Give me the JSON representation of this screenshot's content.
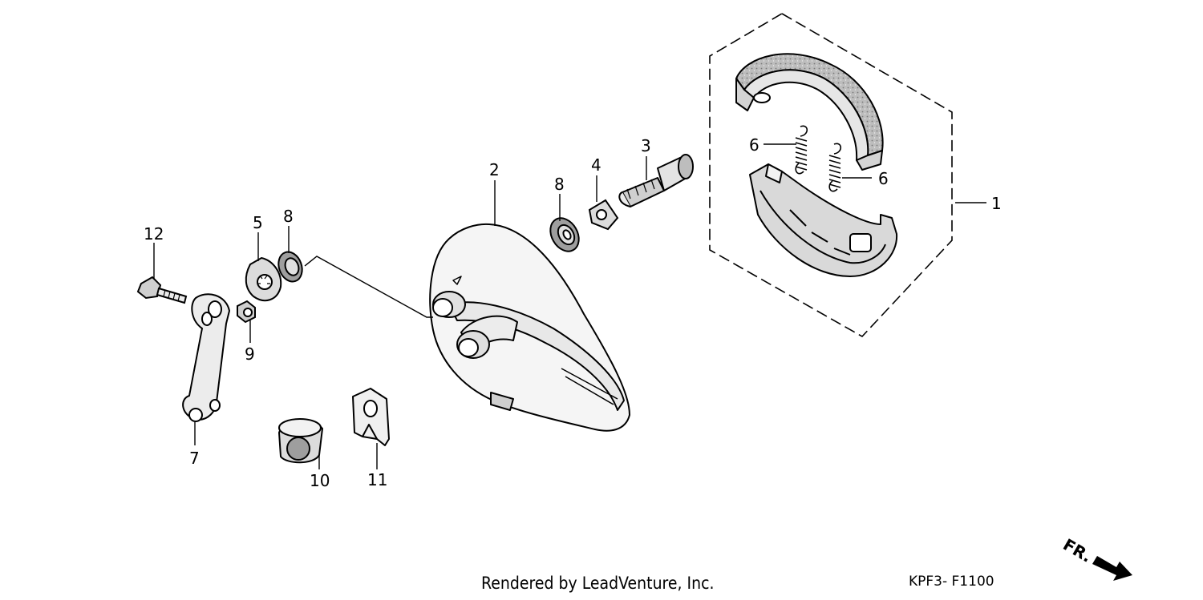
{
  "callouts": [
    "1",
    "2",
    "3",
    "4",
    "5",
    "6",
    "6",
    "7",
    "8",
    "8",
    "9",
    "10",
    "11",
    "12"
  ],
  "direction_label": "FR.",
  "credit_text": "Rendered by LeadVenture, Inc.",
  "diagram_code": "KPF3- F1100"
}
